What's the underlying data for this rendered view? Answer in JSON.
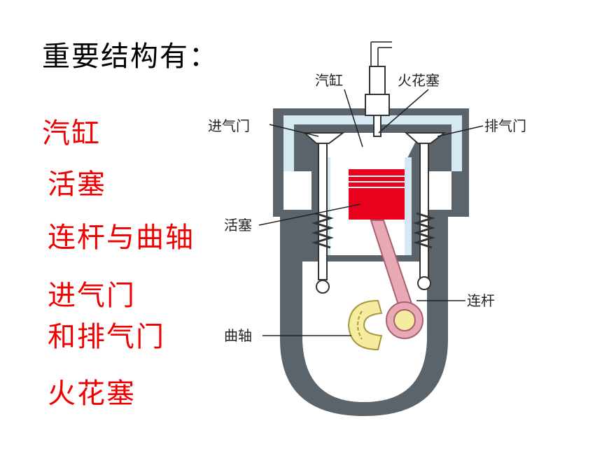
{
  "heading": "重要结构有：",
  "parts": [
    "汽缸",
    "活塞",
    "连杆与曲轴",
    "进气门",
    "和排气门",
    "火花塞"
  ],
  "diagram_labels": {
    "cylinder": "汽缸",
    "spark_plug": "火花塞",
    "intake_valve": "进气门",
    "exhaust_valve": "排气门",
    "piston": "活塞",
    "connecting_rod": "连杆",
    "crankshaft": "曲轴"
  },
  "colors": {
    "heading": "#000000",
    "parts_text": "#f00000",
    "engine_body": "#5b646b",
    "coolant_channel": "#d6e9f3",
    "piston": "#e8001c",
    "connecting_rod": "#e8a8b6",
    "crankshaft": "#f6eca0"
  }
}
